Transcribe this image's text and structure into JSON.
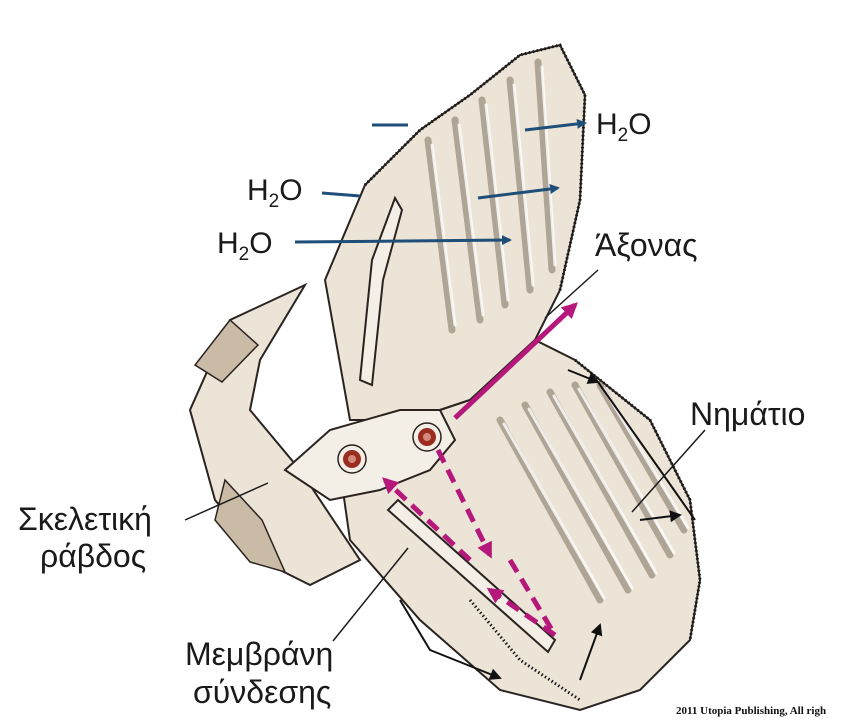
{
  "labels": {
    "h2o_top_right": {
      "main": "H",
      "sub": "2",
      "tail": "O"
    },
    "h2o_middle_left": {
      "main": "H",
      "sub": "2",
      "tail": "O"
    },
    "h2o_lower_left": {
      "main": "H",
      "sub": "2",
      "tail": "O"
    },
    "axon": "Άξονας",
    "filament": "Νημάτιο",
    "skeletal_rod_line1": "Σκελετική",
    "skeletal_rod_line2": "ράβδος",
    "membrane_line1": "Μεμβράνη",
    "membrane_line2": "σύνδεσης"
  },
  "credit": "2011 Utopia Publishing, All righ",
  "colors": {
    "tissue": "#ece4d6",
    "tissue_shadow": "#c9bba6",
    "outline": "#2a2320",
    "water_arrow": "#1f4e79",
    "blood_flow": "#b5177a",
    "vessel": "#9b2d20",
    "hair": "#1a1a1a"
  }
}
